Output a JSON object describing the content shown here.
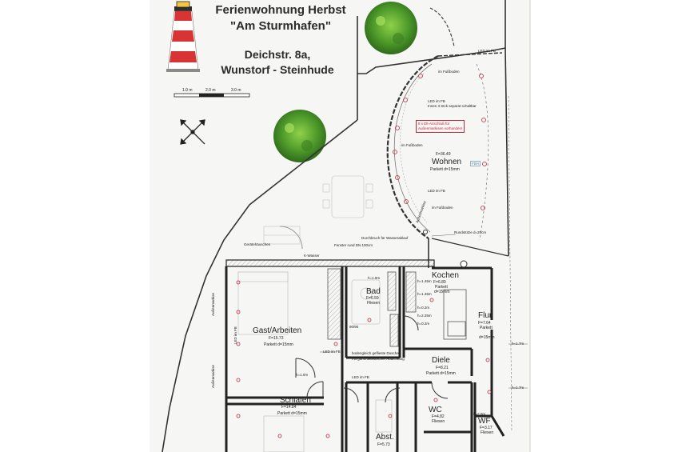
{
  "header": {
    "title_line1": "Ferienwohnung Herbst",
    "title_line2": "\"Am Sturmhafen\"",
    "address_line1": "Deichstr. 8a,",
    "address_line2": "Wunstorf - Steinhude"
  },
  "scale_bar": {
    "labels": [
      "1.0 m",
      "2.0 m",
      "3.0 m"
    ]
  },
  "rooms": {
    "wohnen": {
      "name": "Wohnen",
      "area": "F=36.49",
      "floor": "Parkett d=15mm",
      "tag": "FBH"
    },
    "kochen": {
      "name": "Kochen",
      "area": "F=6.80",
      "floor1": "Parkett",
      "floor2": "d=15mm"
    },
    "bad": {
      "name": "Bad",
      "area": "F=6.59",
      "floor": "Fliesen"
    },
    "flur": {
      "name": "Flur",
      "area": "F=7.64",
      "floor1": "Parkett",
      "floor2": "d=15mm"
    },
    "gast": {
      "name": "Gast/Arbeiten",
      "area": "F=15.73",
      "floor": "Parkett d=15mm"
    },
    "diele": {
      "name": "Diele",
      "area": "F=8.21",
      "floor": "Parkett d=15mm"
    },
    "schlafen": {
      "name": "Schlafen",
      "area": "F=14.84",
      "floor": "Parkett d=15mm"
    },
    "wc": {
      "name": "WC",
      "area": "F=4.82",
      "floor": "Fliesen"
    },
    "abst": {
      "name": "Abst.",
      "area": "F=5.73"
    },
    "wf": {
      "name": "WF",
      "area": "F=3.17",
      "floor": "Fliesen"
    }
  },
  "annotations": {
    "led1": "LED im FB",
    "led2": "LED im FB",
    "led3": "LED im FB",
    "led4": "LED im FB",
    "led5": "LED im FB",
    "inner_glass": "Innen 3 Stck separat schaltbar",
    "fussboden1": "im Fußboden",
    "fussboden2": "im Fußboden",
    "fussboden3": "im Fußboden",
    "red_note1": "8 x Elt-Anschluß für",
    "red_note2": "Außenmarkisen vorhanden!",
    "rundstuetze": "Rundstütze d=20cm",
    "durchbruch": "Durchbruch für Wasserablauf",
    "fenster": "Fenster rund DN 100cm",
    "kwasser": "K-Wasser",
    "geraete": "Gerätehäuschen",
    "dusche1": "bodengleich geflieste Dusche",
    "dusche2": "mit gummielastischer Abdichtung",
    "b90": "90/90",
    "h1": "h=1.45m",
    "h2": "h=1.45m",
    "h3": "h=0.2m",
    "h4": "h=2.25m",
    "h5": "h=0.2m",
    "h6": "h=1.9m",
    "h7": "h=1.0m",
    "h8": "h=1.7m",
    "h9": "h=1.7m",
    "h10": "h=2.0m",
    "aussen1": "Außenmarkise",
    "aussen2": "Außenmarkise",
    "aussen3": "Außenmarkise",
    "led_left": "LED im FB"
  }
}
